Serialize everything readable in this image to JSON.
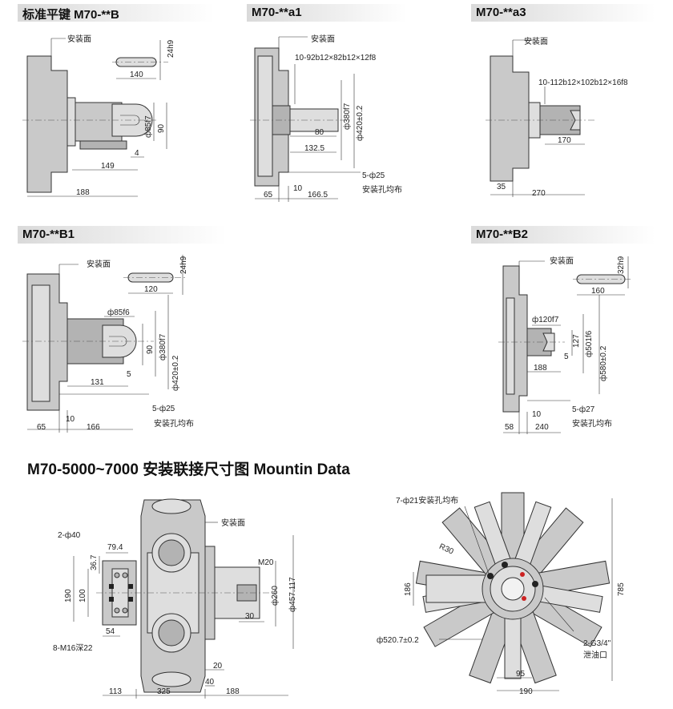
{
  "sections": {
    "b": {
      "title": "标准平键 M70-**B"
    },
    "a1": {
      "title": "M70-**a1"
    },
    "a3": {
      "title": "M70-**a3"
    },
    "b1": {
      "title": "M70-**B1"
    },
    "b2": {
      "title": "M70-**B2"
    },
    "main": {
      "title": "M70-5000~7000  安装联接尺寸图  Mountin Data"
    }
  },
  "labels": {
    "mount_face": "安装面",
    "holes_uniform": "安装孔均布",
    "b": {
      "key_width": "24h9",
      "key_len": "140",
      "shaft_d": "ф85f7",
      "h90": "90",
      "l4": "4",
      "l149": "149",
      "l188": "188"
    },
    "a1": {
      "spline": "10-92b12×82b12×12f8",
      "d380": "ф380f7",
      "d420": "ф420±0.2",
      "l80": "80",
      "l132": "132.5",
      "holes": "5-ф25",
      "l65": "65",
      "l10": "10",
      "l166": "166.5"
    },
    "a3": {
      "spline": "10-112b12×102b12×16f8",
      "l170": "170",
      "l35": "35",
      "l270": "270"
    },
    "b1": {
      "key_width": "24h9",
      "key_len": "120",
      "shaft_d": "ф85f6",
      "h90": "90",
      "d380": "ф380f7",
      "d420": "ф420±0.2",
      "l131": "131",
      "l5": "5",
      "holes": "5-ф25",
      "l65": "65",
      "l10": "10",
      "l166": "166"
    },
    "b2": {
      "key_width": "32h9",
      "key_len": "160",
      "shaft_d": "ф120f7",
      "d501": "ф501f6",
      "h127": "127",
      "l5": "5",
      "d580": "ф580±0.2",
      "l188": "188",
      "holes": "5-ф27",
      "l58": "58",
      "l10": "10",
      "l240": "240"
    },
    "main": {
      "holes_2": "2-ф40",
      "w794": "79.4",
      "h367": "36.7",
      "h100": "100",
      "h190": "190",
      "m16": "8-M16深22",
      "w54": "54",
      "w113": "113",
      "w325": "325",
      "w40": "40",
      "w20": "20",
      "w188": "188",
      "m20": "M20",
      "w30": "30",
      "d260": "ф260",
      "d457": "ф457.117",
      "holes_7": "7-ф21安装孔均布",
      "r30": "R30",
      "h186": "186",
      "d5207": "ф520.7±0.2",
      "h785": "785",
      "g34": "2-G3/4\"",
      "drain": "泄油口",
      "w95": "95",
      "w190": "190"
    }
  }
}
